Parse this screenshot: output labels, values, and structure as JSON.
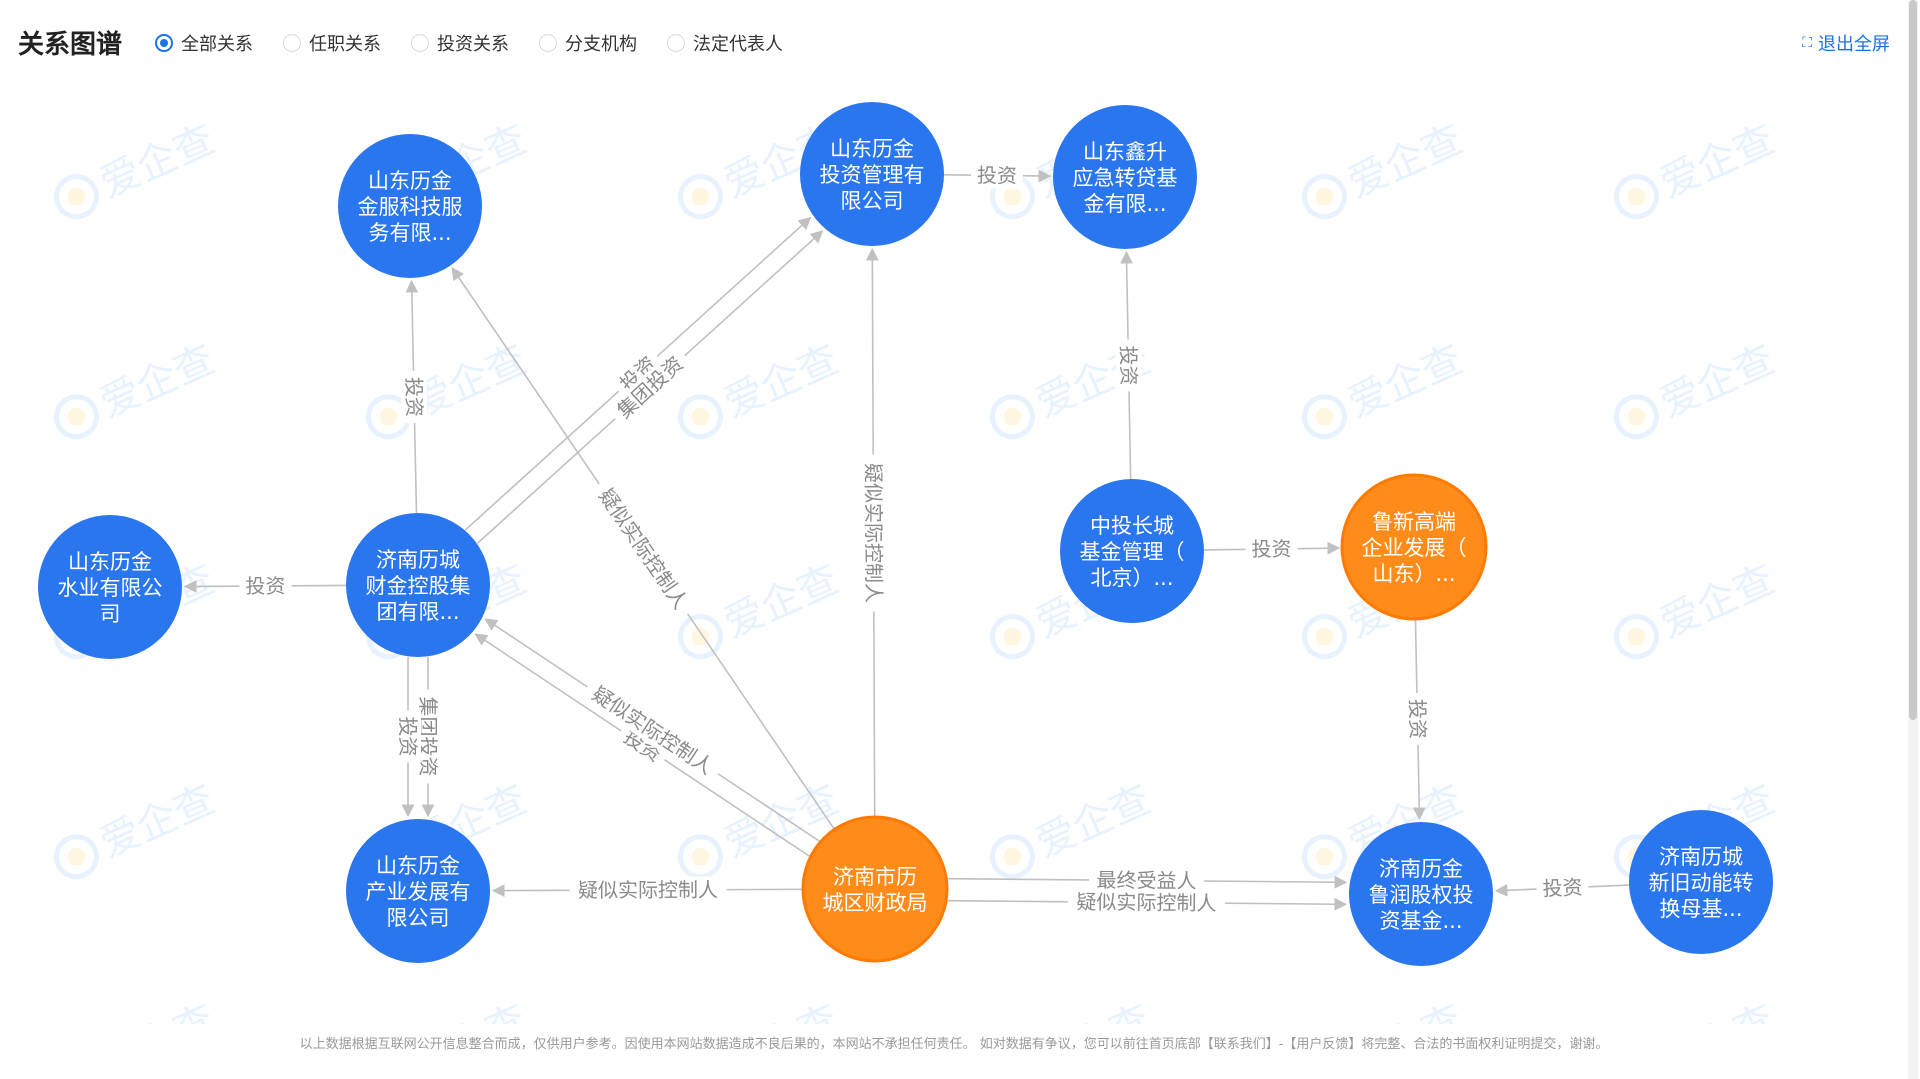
{
  "header": {
    "title": "关系图谱",
    "filters": [
      "全部关系",
      "任职关系",
      "投资关系",
      "分支机构",
      "法定代表人"
    ],
    "selected_filter": 0,
    "exit_fullscreen": "退出全屏"
  },
  "watermark": {
    "text": "爱企查"
  },
  "graph": {
    "colors": {
      "company": "#2a76ef",
      "highlight": "#ff8c1a",
      "edge": "#c0c0c0",
      "edge_label": "#8a8a8a"
    },
    "nodes": [
      {
        "id": "n1",
        "name": "山东历金金服科技服务有限...",
        "lines": [
          "山东历金",
          "金服科技服",
          "务有限..."
        ],
        "type": "company"
      },
      {
        "id": "n2",
        "name": "山东历金投资管理有限公司",
        "lines": [
          "山东历金",
          "投资管理有",
          "限公司"
        ],
        "type": "company"
      },
      {
        "id": "n3",
        "name": "山东鑫升应急转贷基金有限...",
        "lines": [
          "山东鑫升",
          "应急转贷基",
          "金有限..."
        ],
        "type": "company"
      },
      {
        "id": "n4",
        "name": "山东历金水业有限公司",
        "lines": [
          "山东历金",
          "水业有限公",
          "司"
        ],
        "type": "company"
      },
      {
        "id": "n5",
        "name": "济南历城财金控股集团有限...",
        "lines": [
          "济南历城",
          "财金控股集",
          "团有限..."
        ],
        "type": "company"
      },
      {
        "id": "n6",
        "name": "中投长城基金管理（北京）...",
        "lines": [
          "中投长城",
          "基金管理（",
          "北京）..."
        ],
        "type": "company"
      },
      {
        "id": "n7",
        "name": "鲁新高端企业发展（山东）...",
        "lines": [
          "鲁新高端",
          "企业发展（",
          "山东）..."
        ],
        "type": "highlight"
      },
      {
        "id": "n8",
        "name": "山东历金产业发展有限公司",
        "lines": [
          "山东历金",
          "产业发展有",
          "限公司"
        ],
        "type": "company"
      },
      {
        "id": "n9",
        "name": "济南市历城区财政局",
        "lines": [
          "济南市历",
          "城区财政局"
        ],
        "type": "highlight"
      },
      {
        "id": "n10",
        "name": "济南历金鲁润股权投资基金...",
        "lines": [
          "济南历金",
          "鲁润股权投",
          "资基金..."
        ],
        "type": "company"
      },
      {
        "id": "n11",
        "name": "济南历城新旧动能转换母基...",
        "lines": [
          "济南历城",
          "新旧动能转",
          "换母基..."
        ],
        "type": "company"
      }
    ],
    "edges": [
      {
        "from": "n5",
        "to": "n1",
        "label": "投资"
      },
      {
        "from": "n5",
        "to": "n2",
        "label": "投资"
      },
      {
        "from": "n5",
        "to": "n2",
        "label": "集团投资"
      },
      {
        "from": "n2",
        "to": "n3",
        "label": "投资"
      },
      {
        "from": "n5",
        "to": "n4",
        "label": "投资"
      },
      {
        "from": "n6",
        "to": "n3",
        "label": "投资"
      },
      {
        "from": "n6",
        "to": "n7",
        "label": "投资"
      },
      {
        "from": "n5",
        "to": "n8",
        "label": "集团投资"
      },
      {
        "from": "n5",
        "to": "n8",
        "label": "投资"
      },
      {
        "from": "n9",
        "to": "n1",
        "label": "疑似实际控制人"
      },
      {
        "from": "n9",
        "to": "n2",
        "label": "疑似实际控制人"
      },
      {
        "from": "n9",
        "to": "n5",
        "label": "投资"
      },
      {
        "from": "n9",
        "to": "n5",
        "label": "疑似实际控制人"
      },
      {
        "from": "n9",
        "to": "n8",
        "label": "疑似实际控制人"
      },
      {
        "from": "n9",
        "to": "n10",
        "label": "最终受益人"
      },
      {
        "from": "n9",
        "to": "n10",
        "label": "疑似实际控制人"
      },
      {
        "from": "n7",
        "to": "n10",
        "label": "投资"
      },
      {
        "from": "n11",
        "to": "n10",
        "label": "投资"
      }
    ]
  },
  "footer": "以上数据根据互联网公开信息整合而成，仅供用户参考。因使用本网站数据造成不良后果的，本网站不承担任何责任。 如对数据有争议，您可以前往首页底部【联系我们】-【用户反馈】将完整、合法的书面权利证明提交，谢谢。"
}
